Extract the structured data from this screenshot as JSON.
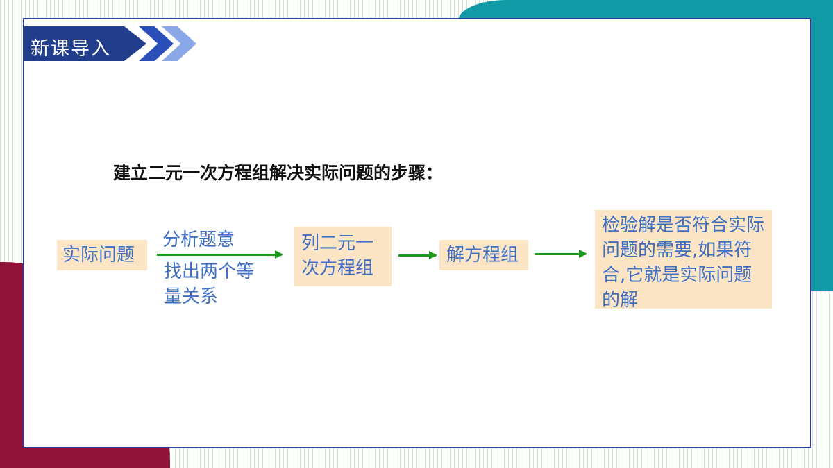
{
  "section_tab": {
    "title": "新课导入"
  },
  "heading": "建立二元一次方程组解决实际问题的步骤：",
  "flow": {
    "step1": "实际问题",
    "label_top": "分析题意",
    "label_bottom": "找出两个等量关系",
    "step2": "列二元一次方程组",
    "step3": "解方程组",
    "step4": "检验解是否符合实际问题的需要,如果符合,它就是实际问题的解"
  },
  "colors": {
    "tab_blue": "#223d8c",
    "teal": "#0f9aa6",
    "maroon": "#8f1238",
    "box_fill": "#fbe5c4",
    "text_blue": "#3f6fc3",
    "arrow_green": "#1a9a1a"
  }
}
